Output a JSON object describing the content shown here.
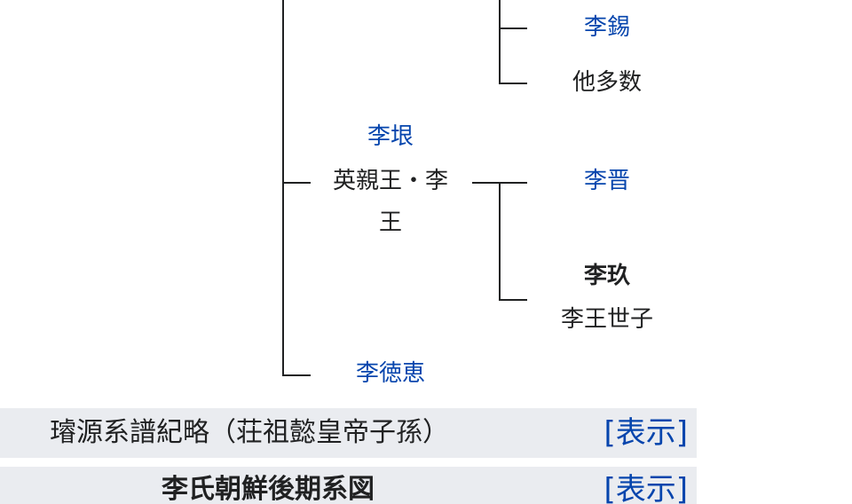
{
  "tree": {
    "li_xi": "李錫",
    "others": "他多数",
    "li_gen": "李垠",
    "yingqin_line1": "英親王・李",
    "yingqin_line2": "王",
    "li_jin": "李晋",
    "li_jiu": "李玖",
    "li_crown_prince": "李王世子",
    "li_deokhye": "李徳恵"
  },
  "navboxes": [
    {
      "title": "璿源系譜紀略（荘祖懿皇帝子孫）",
      "toggle": "[表示]"
    },
    {
      "title": "李氏朝鮮後期系図",
      "toggle": "[表示]"
    }
  ],
  "colors": {
    "link": "#0645ad",
    "navbox_bg": "#eaecf0",
    "text": "#202122"
  }
}
